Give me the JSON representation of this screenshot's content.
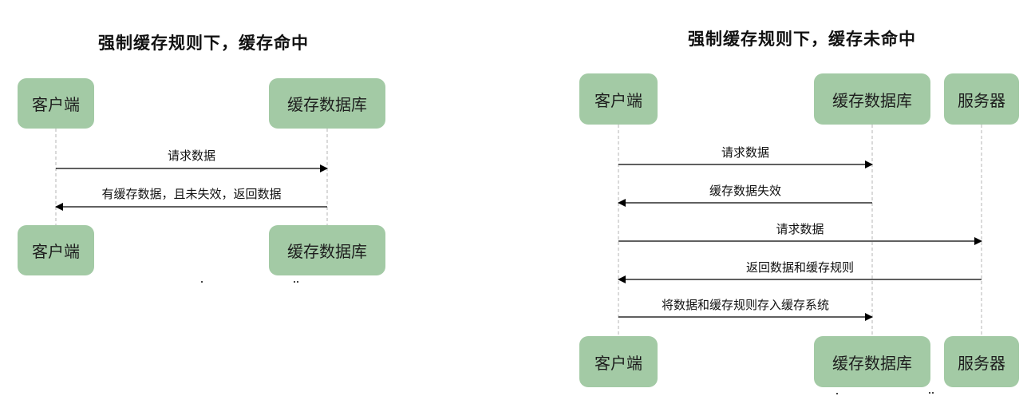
{
  "diagrams": [
    {
      "title": "强制缓存规则下，缓存命中",
      "participants": [
        "客户端",
        "缓存数据库"
      ],
      "messages": [
        {
          "label": "请求数据",
          "from": 0,
          "to": 1
        },
        {
          "label": "有缓存数据，且未失效，返回数据",
          "from": 1,
          "to": 0
        }
      ]
    },
    {
      "title": "强制缓存规则下，缓存未命中",
      "participants": [
        "客户端",
        "缓存数据库",
        "服务器"
      ],
      "messages": [
        {
          "label": "请求数据",
          "from": 0,
          "to": 1
        },
        {
          "label": "缓存数据失效",
          "from": 1,
          "to": 0
        },
        {
          "label": "请求数据",
          "from": 0,
          "to": 2
        },
        {
          "label": "返回数据和缓存规则",
          "from": 2,
          "to": 0
        },
        {
          "label": "将数据和缓存规则存入缓存系统",
          "from": 0,
          "to": 1
        }
      ]
    }
  ],
  "colors": {
    "box": "#a3caa5",
    "line": "#000000",
    "lifeline": "#b5b5b5"
  }
}
